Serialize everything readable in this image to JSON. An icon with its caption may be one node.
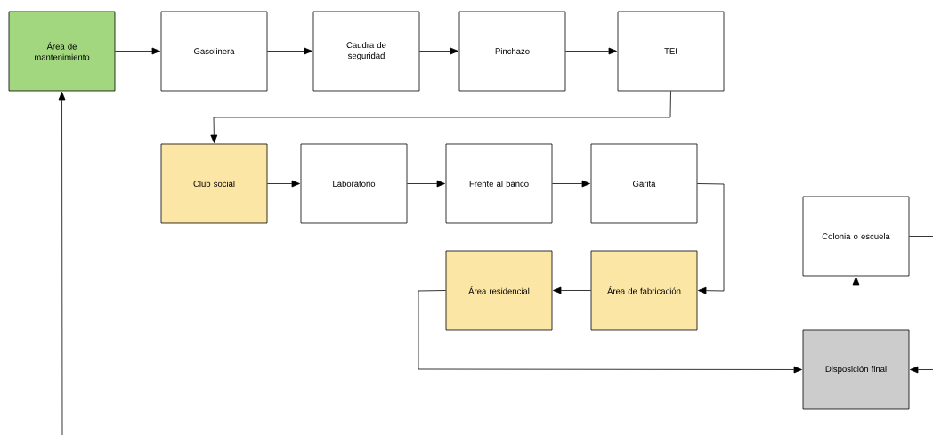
{
  "diagram": {
    "nodes": [
      {
        "text": [
          "Área de mantenimiento"
        ]
      },
      {
        "text": [
          "Gasolinera"
        ]
      },
      {
        "text": [
          "Caudra de seguridad"
        ]
      },
      {
        "text": [
          "Pinchazo"
        ]
      },
      {
        "text": [
          "TEI"
        ]
      },
      {
        "text": [
          "Club social"
        ]
      },
      {
        "text": [
          "Laboratorio"
        ]
      },
      {
        "text": [
          "Frente al banco"
        ]
      },
      {
        "text": [
          "Garita"
        ]
      },
      {
        "text": [
          "Área de fabricación"
        ]
      },
      {
        "text": [
          "Área residencial"
        ]
      },
      {
        "text": [
          "Colonia o escuela"
        ]
      },
      {
        "text": [
          "Disposición final"
        ]
      }
    ],
    "edges": [
      {
        "from": 0,
        "to": 1,
        "arrow": "to"
      },
      {
        "from": 1,
        "to": 2,
        "arrow": "to"
      },
      {
        "from": 2,
        "to": 3,
        "arrow": "to"
      },
      {
        "from": 3,
        "to": 4,
        "arrow": "to"
      },
      {
        "from": 4,
        "to": 5,
        "arrow": "to"
      },
      {
        "from": 5,
        "to": 6,
        "arrow": "to"
      },
      {
        "from": 6,
        "to": 7,
        "arrow": "to"
      },
      {
        "from": 7,
        "to": 8,
        "arrow": "to"
      },
      {
        "from": 8,
        "to": 9,
        "arrow": "to"
      },
      {
        "from": 9,
        "to": 10,
        "arrow": "to"
      },
      {
        "from": 10,
        "to": 12,
        "arrow": "to"
      },
      {
        "from": 12,
        "to": 11,
        "arrow": "to"
      },
      {
        "from": 11,
        "to": null,
        "arrow": "none"
      },
      {
        "from": null,
        "to": 12,
        "arrow": "to"
      },
      {
        "from": 12,
        "to": null,
        "arrow": "none"
      },
      {
        "from": null,
        "to": 0,
        "arrow": "to"
      }
    ]
  }
}
